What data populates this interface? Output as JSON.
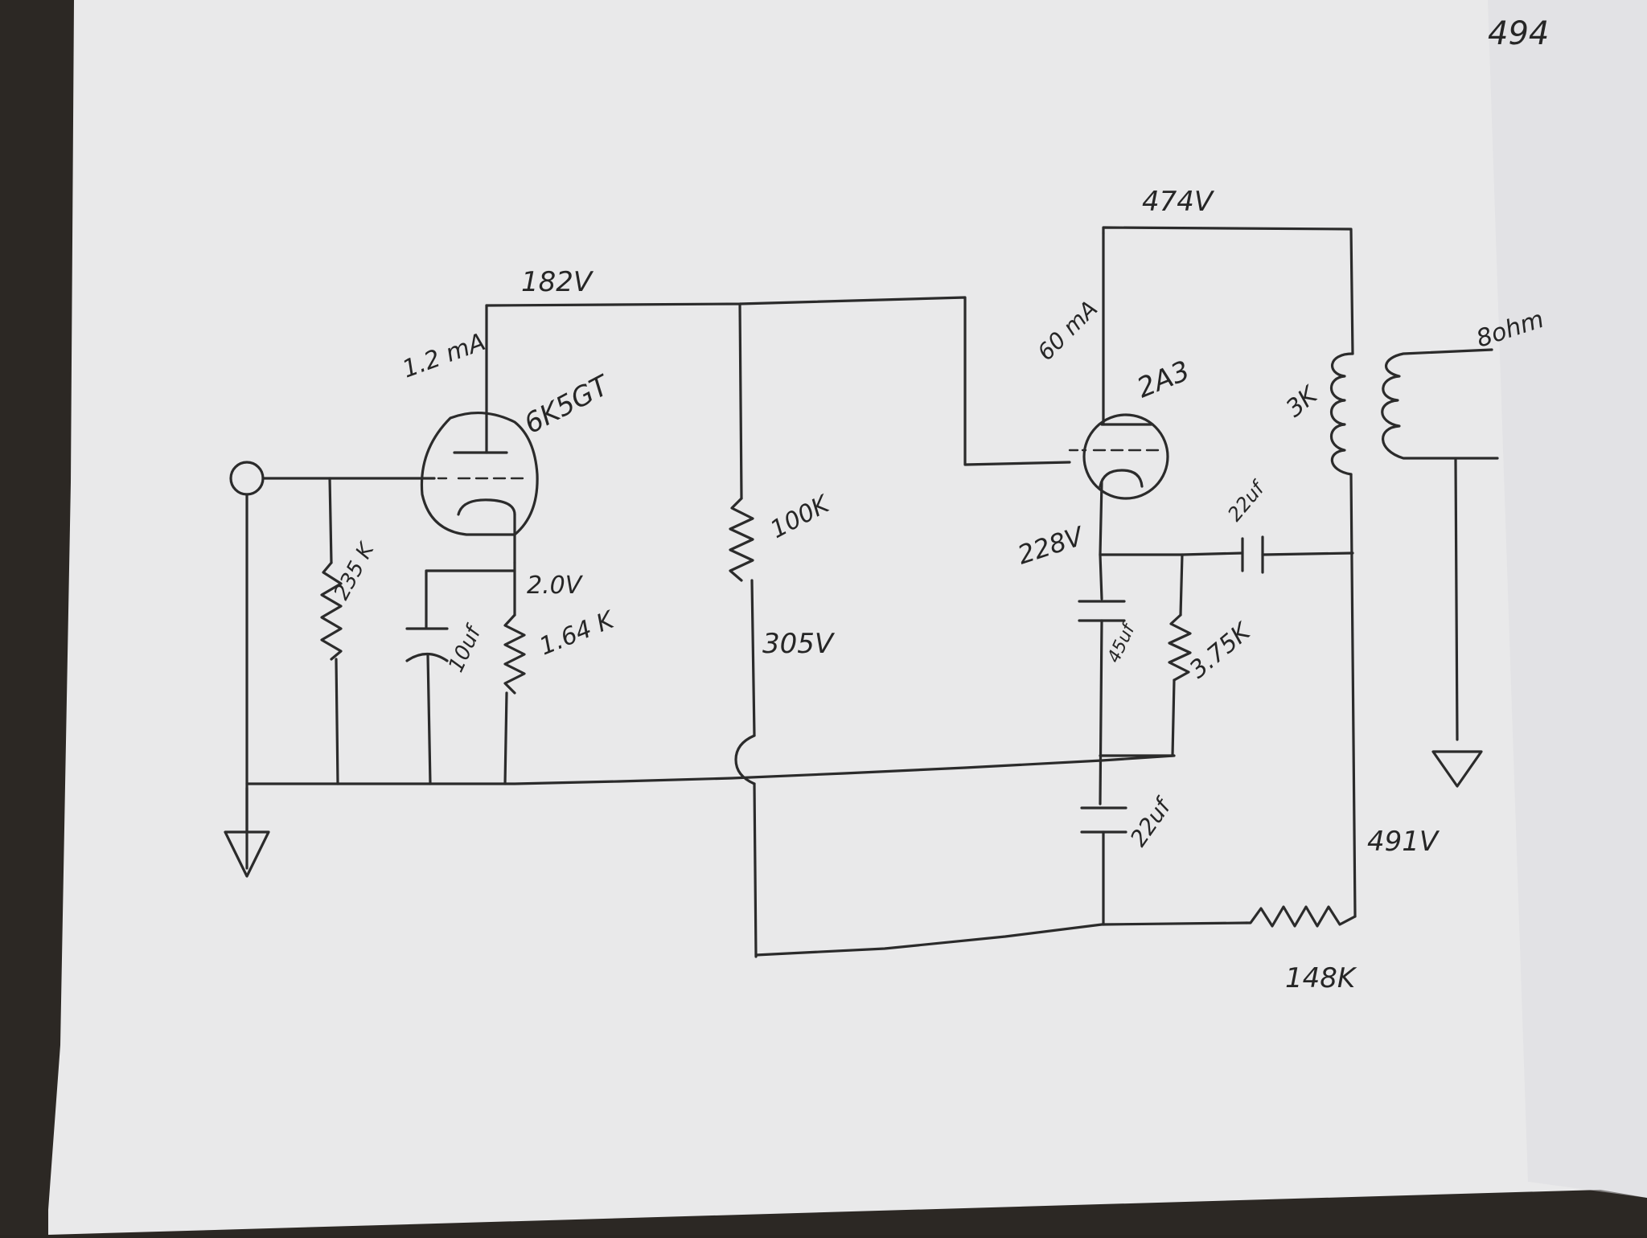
{
  "page_number": "494",
  "preamp": {
    "tube": "6K5GT",
    "plate_current": "1.2 mA",
    "plate_voltage": "182V",
    "cathode_voltage": "2.0V",
    "cathode_resistor": "1.64 K",
    "cathode_bypass_cap": "10uf",
    "grid_resistor": "235 K"
  },
  "interstage": {
    "plate_load": "100K",
    "node_voltage": "305V"
  },
  "output_stage": {
    "tube": "2A3",
    "plate_current": "60 mA",
    "plate_voltage": "474V",
    "cathode_voltage": "228V",
    "cathode_resistor": "3.75K",
    "cathode_bypass_cap": "45uf",
    "feedback_cap": "22uf"
  },
  "transformer": {
    "primary": "3K",
    "secondary": "8ohm"
  },
  "supply": {
    "filter_cap": "22uf",
    "dropping_resistor": "148K",
    "voltage": "491V"
  }
}
